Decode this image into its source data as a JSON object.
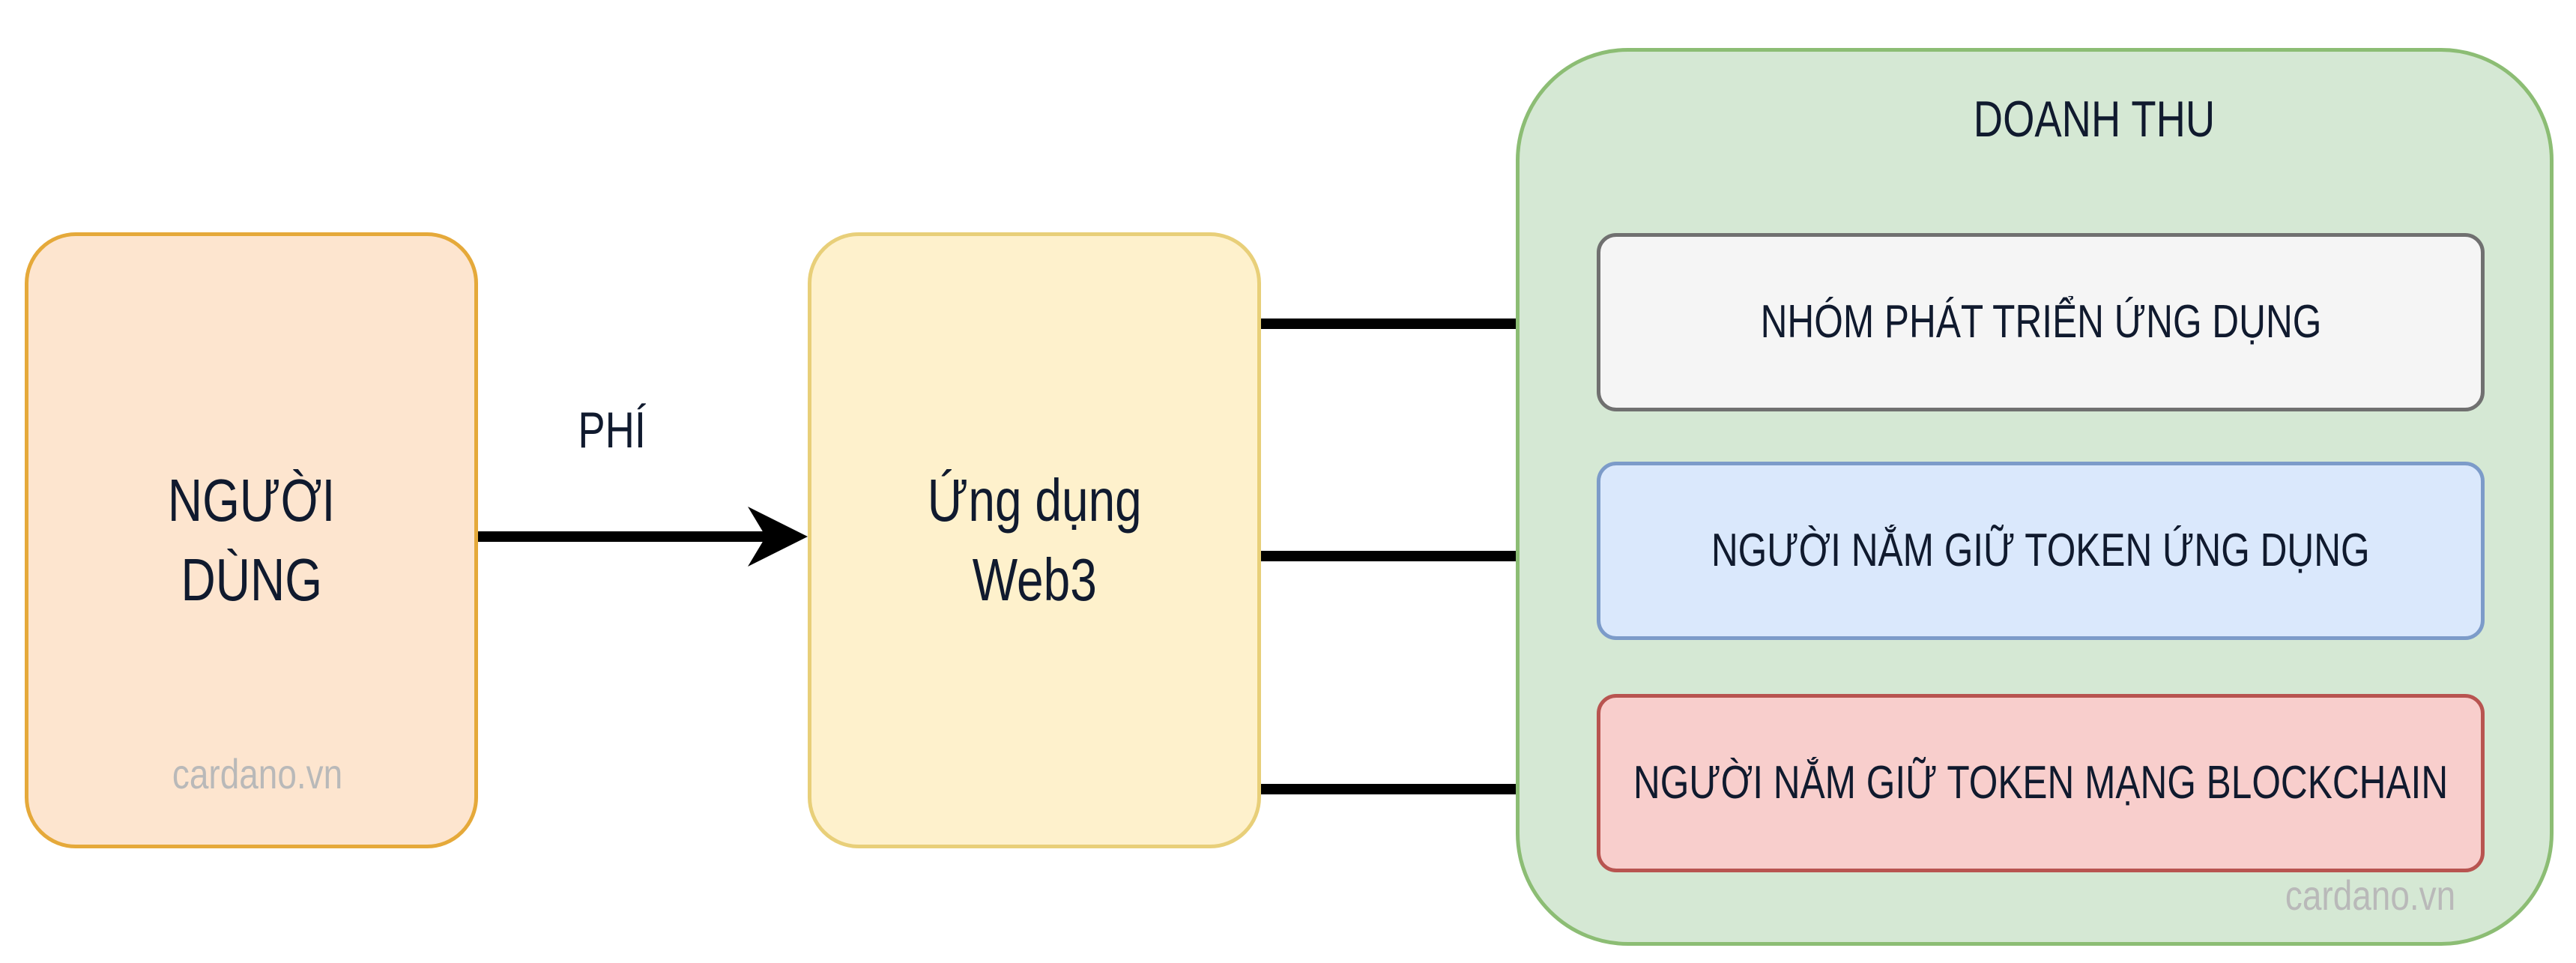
{
  "nodes": {
    "user": {
      "line1": "NGƯỜI",
      "line2": "DÙNG"
    },
    "app": {
      "line1": "Ứng dụng",
      "line2": "Web3"
    },
    "revenue": {
      "title": "DOANH THU",
      "rows": [
        {
          "label": "NHÓM PHÁT TRIỂN ỨNG DỤNG"
        },
        {
          "label": "NGƯỜI NẮM GIỮ TOKEN ỨNG DỤNG"
        },
        {
          "label": "NGƯỜI NẮM GIỮ TOKEN MẠNG BLOCKCHAIN"
        }
      ]
    }
  },
  "edges": {
    "fee_label": "PHÍ"
  },
  "watermark": "cardano.vn",
  "colors": {
    "user_fill": "#fde5cf",
    "user_stroke": "#e5a93a",
    "app_fill": "#fef1cc",
    "app_stroke": "#e8cf79",
    "group_fill": "#d5e8d4",
    "group_stroke": "#8cbd74",
    "dev_fill": "#f5f5f5",
    "apptoken_fill": "#dae8fc",
    "chaintoken_fill": "#f8cecc",
    "arrow": "#000000"
  }
}
